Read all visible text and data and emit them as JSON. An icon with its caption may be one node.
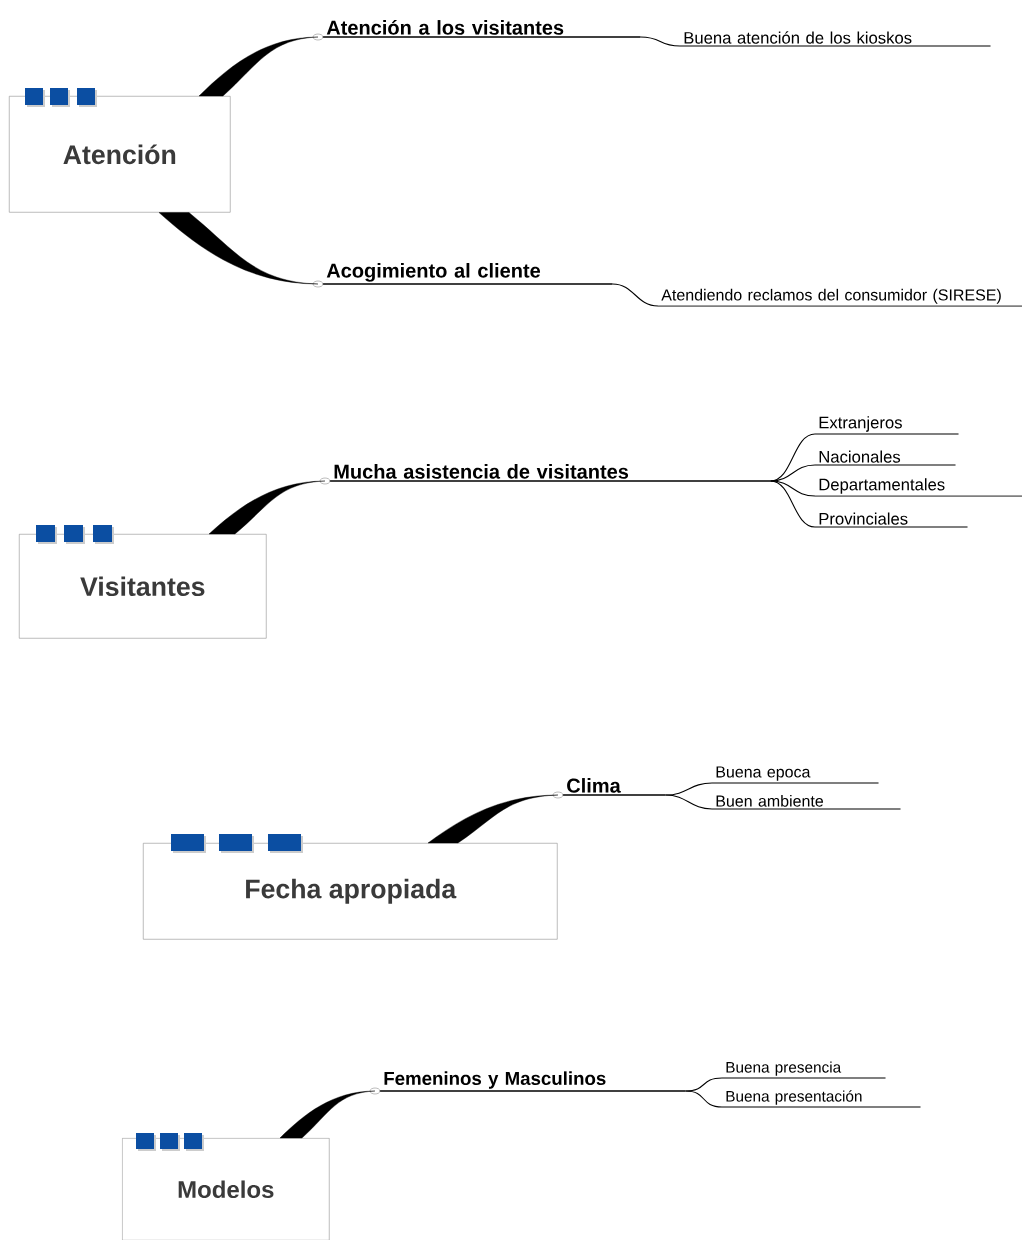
{
  "diagram": {
    "nodes": [
      {
        "text": [
          "Atención"
        ]
      },
      {
        "text": [
          "Atención a los visitantes"
        ]
      },
      {
        "text": [
          "Buena atención de los kioskos"
        ]
      },
      {
        "text": [
          "Acogimiento al cliente"
        ]
      },
      {
        "text": [
          "Atendiendo reclamos del consumidor (SIRESE)"
        ]
      },
      {
        "text": [
          "Visitantes"
        ]
      },
      {
        "text": [
          "Mucha asistencia de visitantes"
        ]
      },
      {
        "text": [
          "Extranjeros"
        ]
      },
      {
        "text": [
          "Nacionales"
        ]
      },
      {
        "text": [
          "Departamentales"
        ]
      },
      {
        "text": [
          "Provinciales"
        ]
      },
      {
        "text": [
          "Fecha apropiada"
        ]
      },
      {
        "text": [
          "Clima"
        ]
      },
      {
        "text": [
          "Buena epoca"
        ]
      },
      {
        "text": [
          "Buen ambiente"
        ]
      },
      {
        "text": [
          "Modelos"
        ]
      },
      {
        "text": [
          "Femeninos y Masculinos"
        ]
      },
      {
        "text": [
          "Buena presencia"
        ]
      },
      {
        "text": [
          "Buena presentación"
        ]
      }
    ],
    "edges": [
      {
        "from": 0,
        "to": 1,
        "arrow": "none",
        "style": "thick"
      },
      {
        "from": 1,
        "to": 2,
        "arrow": "none"
      },
      {
        "from": 0,
        "to": 3,
        "arrow": "none",
        "style": "thick"
      },
      {
        "from": 3,
        "to": 4,
        "arrow": "none"
      },
      {
        "from": 5,
        "to": 6,
        "arrow": "none",
        "style": "thick"
      },
      {
        "from": 6,
        "to": 7,
        "arrow": "none"
      },
      {
        "from": 6,
        "to": 8,
        "arrow": "none"
      },
      {
        "from": 6,
        "to": 9,
        "arrow": "none"
      },
      {
        "from": 6,
        "to": 10,
        "arrow": "none"
      },
      {
        "from": 11,
        "to": 12,
        "arrow": "none",
        "style": "thick"
      },
      {
        "from": 12,
        "to": 13,
        "arrow": "none"
      },
      {
        "from": 12,
        "to": 14,
        "arrow": "none"
      },
      {
        "from": 15,
        "to": 16,
        "arrow": "none",
        "style": "thick"
      },
      {
        "from": 16,
        "to": 17,
        "arrow": "none"
      },
      {
        "from": 16,
        "to": 18,
        "arrow": "none"
      }
    ]
  }
}
